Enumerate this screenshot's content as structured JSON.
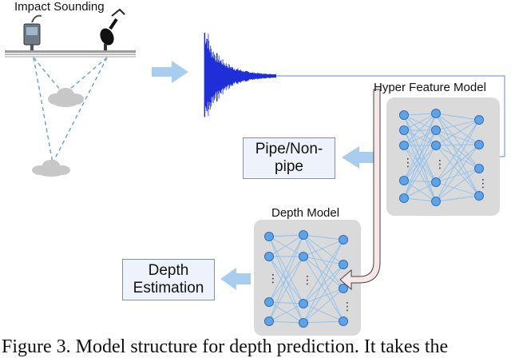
{
  "labels": {
    "impact_sounding": "Impact Sounding",
    "hyper_feature_model": "Hyper Feature Model",
    "depth_model": "Depth Model"
  },
  "outputs": {
    "pipe_line1": "Pipe/Non-",
    "pipe_line2": "pipe",
    "depth_line1": "Depth",
    "depth_line2": "Estimation"
  },
  "network_ellipsis": "⋮",
  "caption": "Figure 3. Model structure for depth prediction. It takes the",
  "colors": {
    "arrow": "#a9cdef",
    "node_fill": "#5fa3e6",
    "node_stroke": "#2e6fb8",
    "edge": "#8ec1f0",
    "net_bg": "#dadada",
    "signal": "#1f2fd8",
    "signal_tail": "#8fb4e8",
    "pink_arrow_fill": "#f6e6e6",
    "pink_arrow_stroke": "#444444",
    "cloud": "#c7c7c7",
    "dashed": "#6aa3df"
  }
}
